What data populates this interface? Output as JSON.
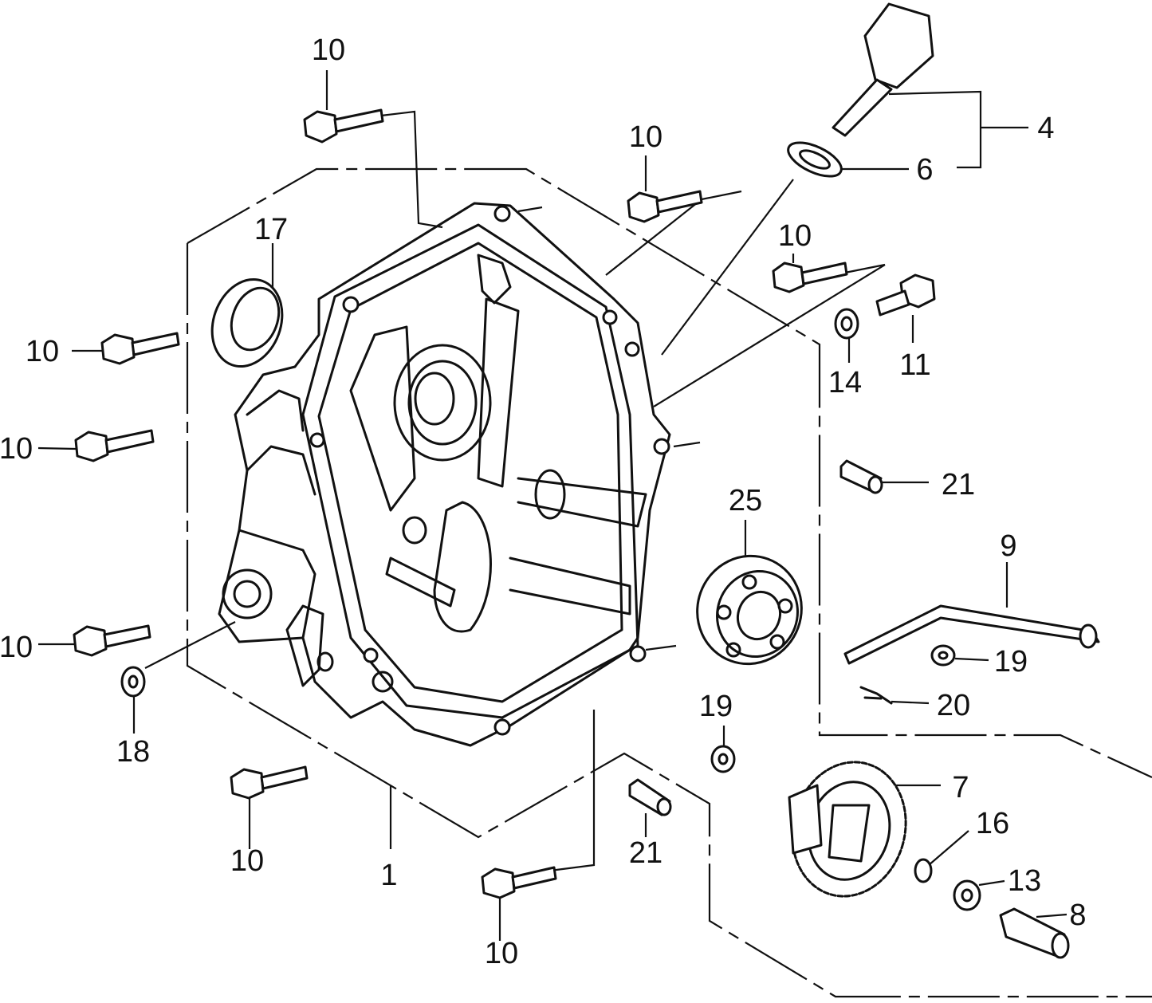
{
  "diagram": {
    "labels": {
      "crankcase_cover": "1",
      "oil_level_gauge": "4",
      "o_ring": "6",
      "governor_gear": "7",
      "holder_pin": "8",
      "governor_arm_shaft": "9",
      "flange_bolt": "10",
      "drain_plug_bolt": "11",
      "washer_13": "13",
      "sealing_washer": "14",
      "clip_16": "16",
      "oil_seal": "17",
      "nut_18": "18",
      "washer_19": "19",
      "pin_20": "20",
      "dowel_pin": "21",
      "radial_bearing": "25"
    }
  }
}
